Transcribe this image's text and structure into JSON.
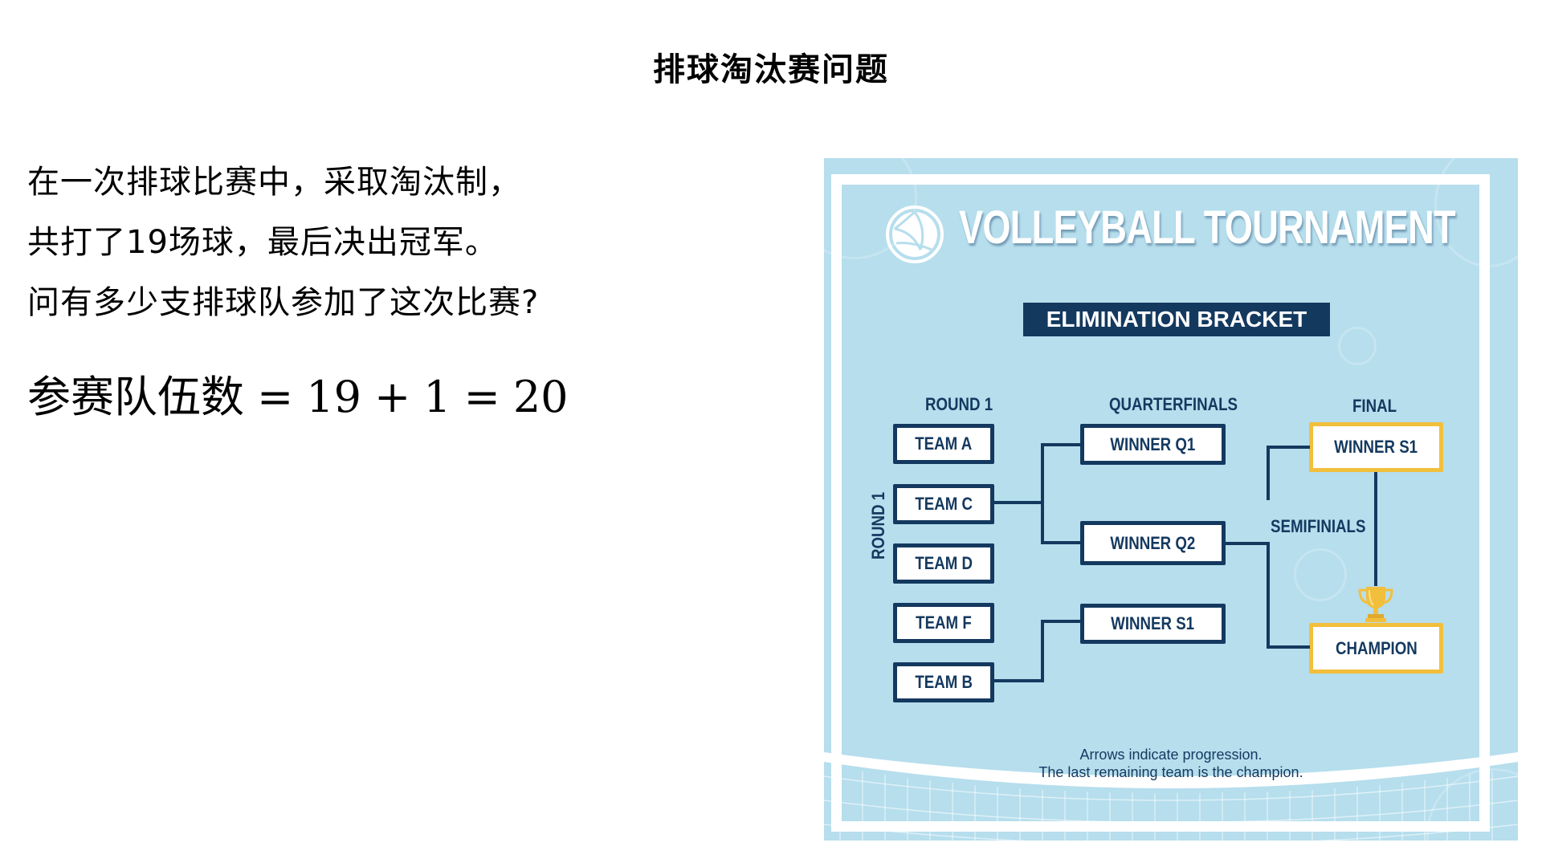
{
  "page": {
    "title": "排球淘汰赛问题"
  },
  "question": {
    "lines": [
      "在一次排球比赛中，采取淘汰制，",
      "共打了19场球，最后决出冠军。",
      "问有多少支排球队参加了这次比赛?"
    ]
  },
  "formula": {
    "label": "参赛队伍数",
    "eq1": "=",
    "term1": "19",
    "op": "+",
    "term2": "1",
    "eq2": "=",
    "result": "20"
  },
  "infographic": {
    "title": "VOLLEYBALL TOURNAMENT",
    "subtitle": "ELIMINATION BRACKET",
    "logo_icon": "volleyball-icon",
    "colors": {
      "background": "#b6deed",
      "navy": "#14395f",
      "gold": "#f2bf3c",
      "white": "#ffffff"
    },
    "columns": {
      "round1": "ROUND 1",
      "quarterfinals": "QUARTERFINALS",
      "semifinals": "SEMIFINIALS",
      "final": "FINAL"
    },
    "side_label": "ROUND 1",
    "round1_teams": [
      "TEAM A",
      "TEAM C",
      "TEAM D",
      "TEAM F",
      "TEAM B"
    ],
    "quarterfinal_boxes": [
      "WINNER Q1",
      "WINNER Q2",
      "WINNER S1"
    ],
    "final_box": "WINNER S1",
    "champion_box": "CHAMPION",
    "trophy_icon": "trophy-icon",
    "footnote": [
      "Arrows indicate progression.",
      "The last remaining team is the champion."
    ]
  }
}
